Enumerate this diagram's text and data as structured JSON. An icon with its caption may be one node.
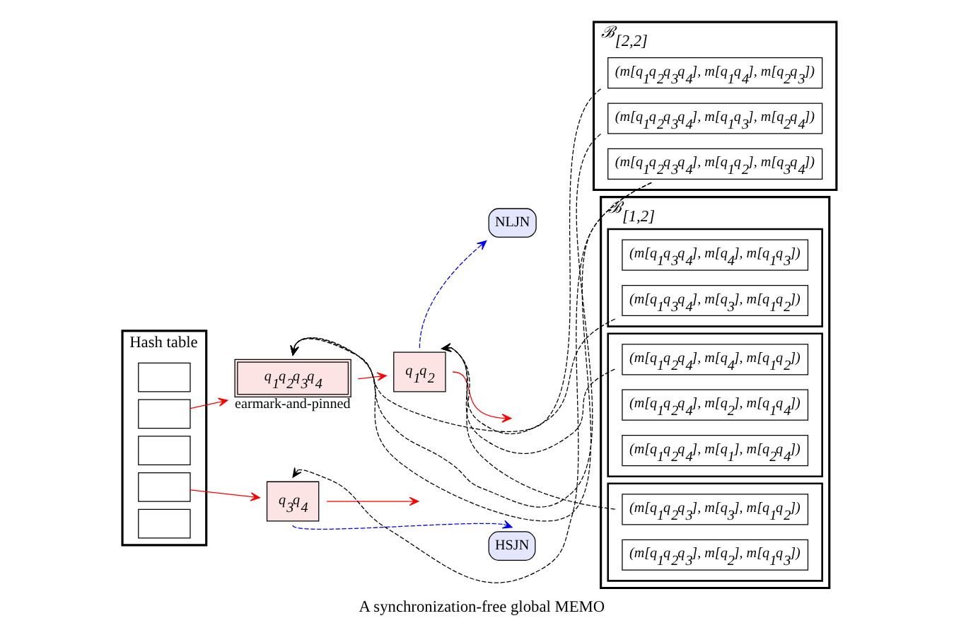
{
  "diagram": {
    "caption": "A synchronization-free global MEMO",
    "nodes": [
      {
        "text": [
          "Hash table"
        ]
      },
      {
        "text": [],
        "shape": "box",
        "in": 0
      },
      {
        "text": [],
        "shape": "box",
        "in": 0
      },
      {
        "text": [],
        "shape": "box",
        "in": 0
      },
      {
        "text": [],
        "shape": "box",
        "in": 0
      },
      {
        "text": [],
        "shape": "box",
        "in": 0
      },
      {
        "text": [
          "q$_{1}$q$_{2}$q$_{3}$q$_{4}$"
        ],
        "beside": [
          "earmark-and-pinned"
        ]
      },
      {
        "text": [
          "q$_{1}$q$_{2}$"
        ]
      },
      {
        "text": [
          "NLJN"
        ]
      },
      {
        "text": [
          "q$_{3}$q$_{4}$"
        ]
      },
      {
        "text": [
          "HSJN"
        ]
      },
      {
        "text": [
          "ℬ$_{[2,2]}$"
        ]
      },
      {
        "text": [
          "(m[q$_{1}$q$_{2}$q$_{3}$q$_{4}$], m[q$_{1}$q$_{4}$], m[q$_{2}$q$_{3}$])"
        ],
        "in": 11
      },
      {
        "text": [
          "(m[q$_{1}$q$_{2}$q$_{3}$q$_{4}$], m[q$_{1}$q$_{3}$], m[q$_{2}$q$_{4}$])"
        ],
        "in": 11
      },
      {
        "text": [
          "(m[q$_{1}$q$_{2}$q$_{3}$q$_{4}$], m[q$_{1}$q$_{2}$], m[q$_{3}$q$_{4}$])"
        ],
        "in": 11
      },
      {
        "text": [
          "ℬ$_{[1,2]}$"
        ]
      },
      {
        "text": [],
        "shape": "box",
        "in": 15
      },
      {
        "text": [
          "(m[q$_{1}$q$_{3}$q$_{4}$], m[q$_{4}$], m[q$_{1}$q$_{3}$])"
        ],
        "in": 16
      },
      {
        "text": [
          "(m[q$_{1}$q$_{3}$q$_{4}$], m[q$_{3}$], m[q$_{1}$q$_{2}$])"
        ],
        "in": 16
      },
      {
        "text": [],
        "shape": "box",
        "in": 15
      },
      {
        "text": [
          "(m[q$_{1}$q$_{2}$q$_{4}$], m[q$_{4}$], m[q$_{1}$q$_{2}$])"
        ],
        "in": 19
      },
      {
        "text": [
          "(m[q$_{1}$q$_{2}$q$_{4}$], m[q$_{2}$], m[q$_{1}$q$_{4}$])"
        ],
        "in": 19
      },
      {
        "text": [
          "(m[q$_{1}$q$_{2}$q$_{4}$], m[q$_{1}$], m[q$_{2}$q$_{4}$])"
        ],
        "in": 19
      },
      {
        "text": [],
        "shape": "box",
        "in": 15
      },
      {
        "text": [
          "(m[q$_{1}$q$_{2}$q$_{3}$], m[q$_{3}$], m[q$_{1}$q$_{2}$])"
        ],
        "in": 23
      },
      {
        "text": [
          "(m[q$_{1}$q$_{2}$q$_{3}$], m[q$_{2}$], m[q$_{1}$q$_{3}$])"
        ],
        "in": 23
      }
    ],
    "edges": [
      {
        "from": 2,
        "to": 6,
        "arrow": "to",
        "color": "#ff0000"
      },
      {
        "from": 6,
        "to": 7,
        "arrow": "to",
        "color": "#ff0000"
      },
      {
        "from": 7,
        "to": null,
        "arrow": "to",
        "color": "#ff0000"
      },
      {
        "from": 4,
        "to": 9,
        "arrow": "to",
        "color": "#ff0000"
      },
      {
        "from": 9,
        "to": null,
        "arrow": "to",
        "color": "#ff0000"
      },
      {
        "from": 7,
        "to": 8,
        "arrow": "to",
        "style": "dashed",
        "color": "#0000ff"
      },
      {
        "from": 9,
        "to": 10,
        "arrow": "to",
        "style": "dashed",
        "color": "#0000ff"
      },
      {
        "from": 12,
        "to": 6,
        "arrow": "to",
        "style": "dashed"
      },
      {
        "from": 13,
        "to": 6,
        "arrow": "to",
        "style": "dashed"
      },
      {
        "from": 14,
        "to": 6,
        "arrow": "to",
        "style": "dashed"
      },
      {
        "from": 14,
        "to": 9,
        "arrow": "to",
        "style": "dashed"
      },
      {
        "from": 18,
        "to": 7,
        "arrow": "to",
        "style": "dashed"
      },
      {
        "from": 20,
        "to": 7,
        "arrow": "to",
        "style": "dashed"
      },
      {
        "from": 24,
        "to": 7,
        "arrow": "to",
        "style": "dashed"
      }
    ]
  }
}
